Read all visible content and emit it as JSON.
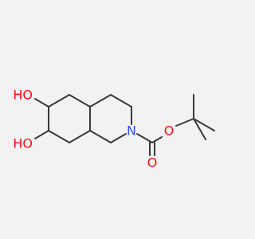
{
  "molecule": {
    "atom_labels": {
      "oh_top": "HO",
      "oh_bottom": "HO",
      "nitrogen": "N",
      "ester_oxygen": "O",
      "carbonyl_oxygen": "O"
    },
    "colors": {
      "oxygen": "#ff0d0d",
      "nitrogen": "#3050f8",
      "bond": "#383838",
      "background": "#f2f2f2"
    }
  }
}
